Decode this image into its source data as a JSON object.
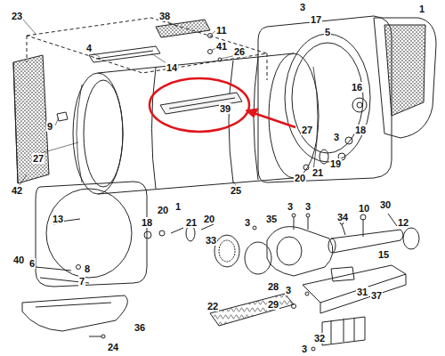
{
  "diagram": {
    "labels": [
      "23",
      "38",
      "11",
      "4",
      "41",
      "14",
      "26",
      "3",
      "17",
      "5",
      "1",
      "42",
      "9",
      "39",
      "16",
      "27",
      "3",
      "18",
      "19",
      "21",
      "20",
      "27",
      "25",
      "12",
      "13",
      "18",
      "20",
      "1",
      "21",
      "20",
      "35",
      "3",
      "3",
      "34",
      "10",
      "30",
      "33",
      "3",
      "15",
      "40",
      "6",
      "8",
      "7",
      "31",
      "37",
      "28",
      "29",
      "3",
      "22",
      "36",
      "24",
      "32",
      "3"
    ]
  }
}
